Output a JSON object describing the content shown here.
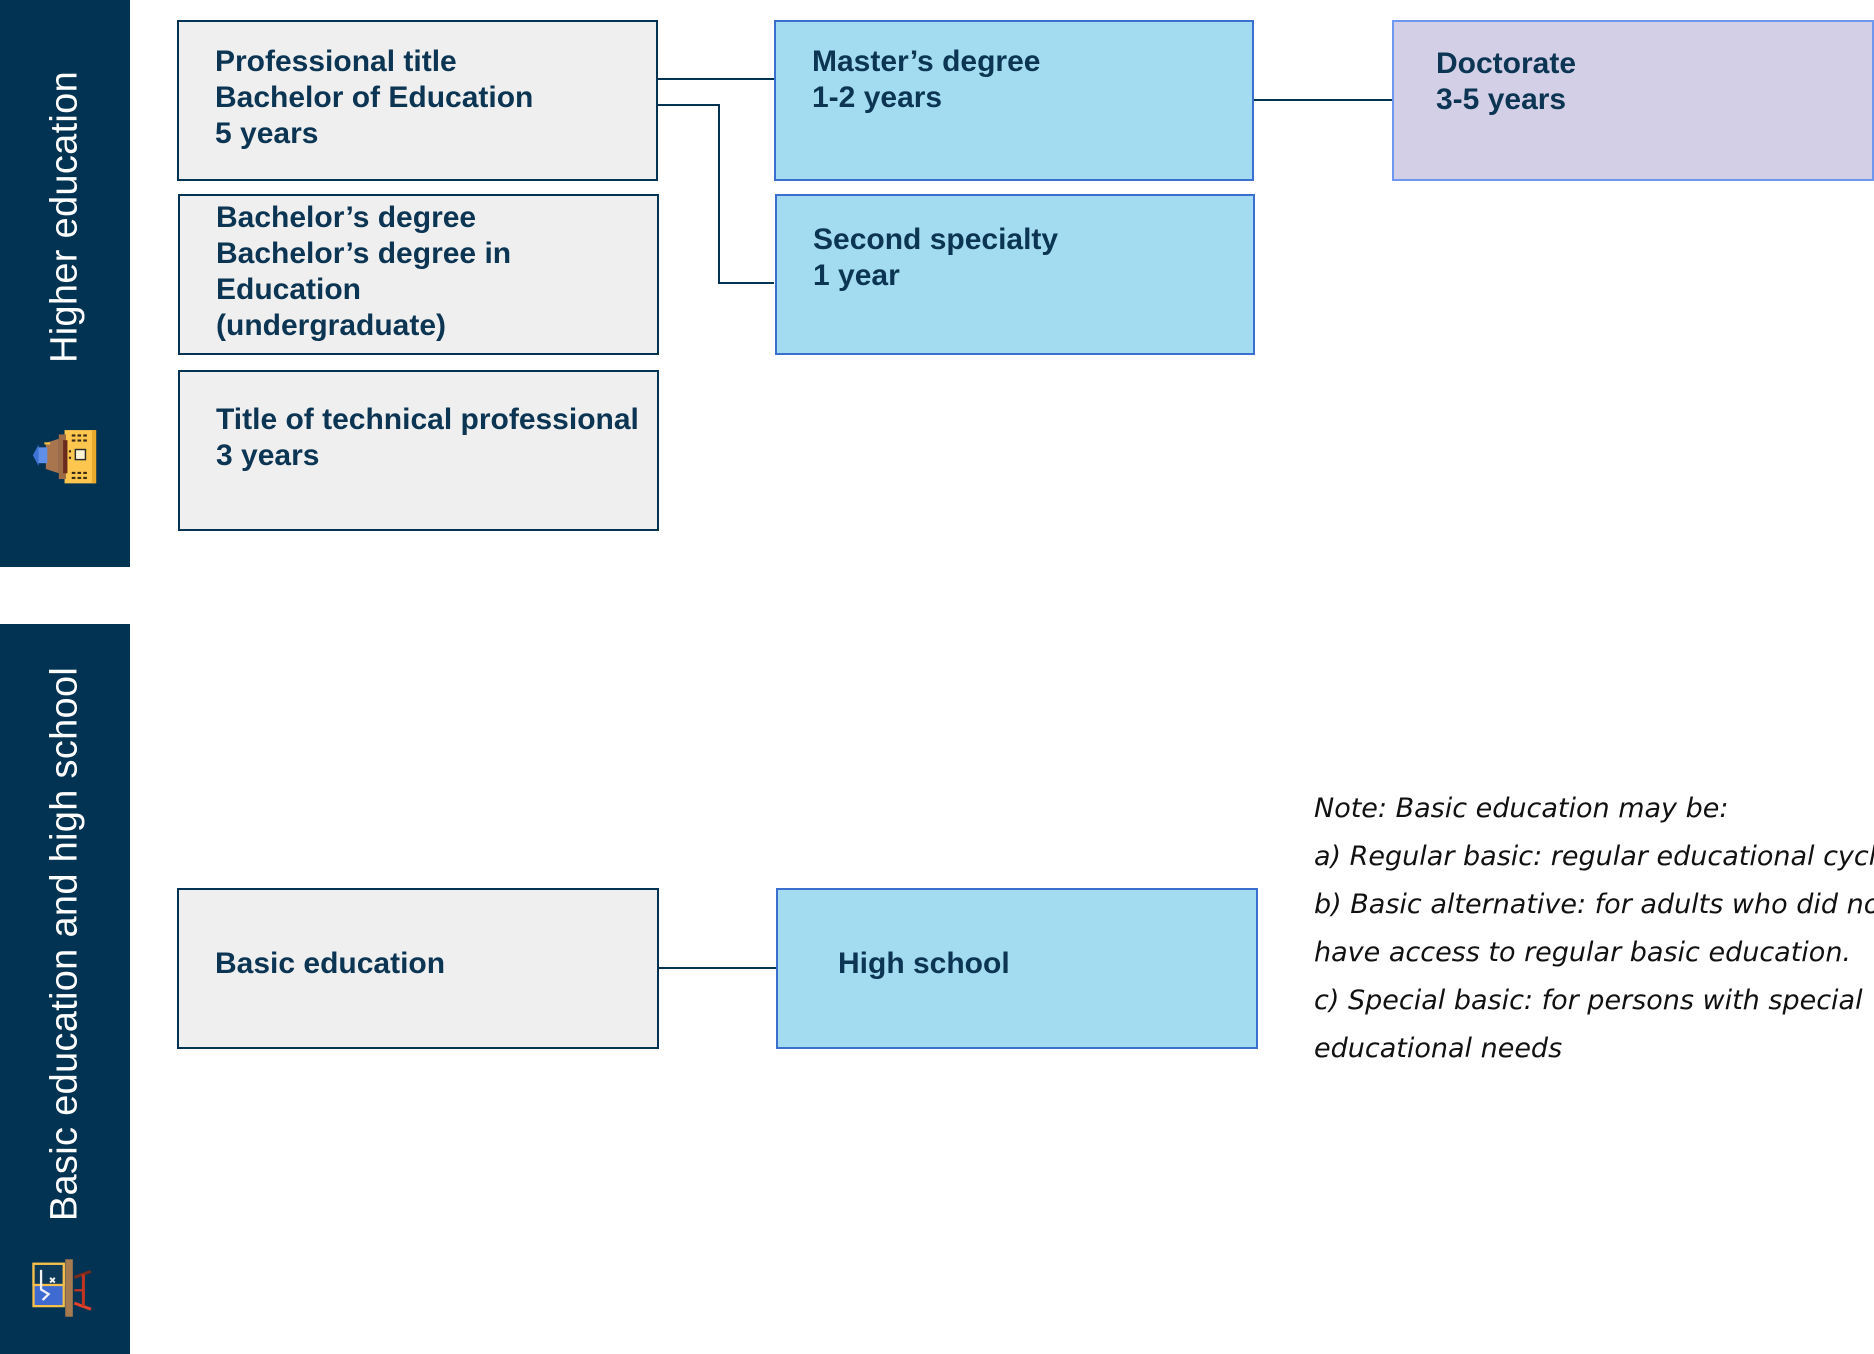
{
  "sections": {
    "higher": {
      "label": "Higher education",
      "icon": "university-building-icon"
    },
    "basic": {
      "label": "Basic education and high school",
      "icon": "chalkboard-easel-icon"
    }
  },
  "boxes": {
    "professional_title": {
      "lines": [
        "Professional title",
        "Bachelor of Education",
        "5 years"
      ]
    },
    "bachelors": {
      "lines": [
        "Bachelor’s degree",
        "Bachelor’s degree in",
        "Education",
        "(undergraduate)"
      ]
    },
    "technical": {
      "lines": [
        "Title of technical professional",
        "3 years"
      ]
    },
    "masters": {
      "lines": [
        "Master’s degree",
        "1-2 years"
      ]
    },
    "second_specialty": {
      "lines": [
        "Second specialty",
        "1 year"
      ]
    },
    "doctorate": {
      "lines": [
        "Doctorate",
        "3-5 years"
      ]
    },
    "basic_education": {
      "lines": [
        "Basic education"
      ]
    },
    "high_school": {
      "lines": [
        "High school"
      ]
    }
  },
  "note": {
    "lines": [
      "Note: Basic education may be:",
      "a) Regular basic: regular educational cycle.",
      "b) Basic alternative: for adults who did not",
      "have access to regular basic education.",
      "c) Special basic: for persons with special",
      "educational needs"
    ]
  },
  "colors": {
    "sidebar": "#023352",
    "gray_box": "#efefef",
    "blue_box": "#a3dcf0",
    "purple_box": "#d2cfe6",
    "text": "#0b3553"
  }
}
